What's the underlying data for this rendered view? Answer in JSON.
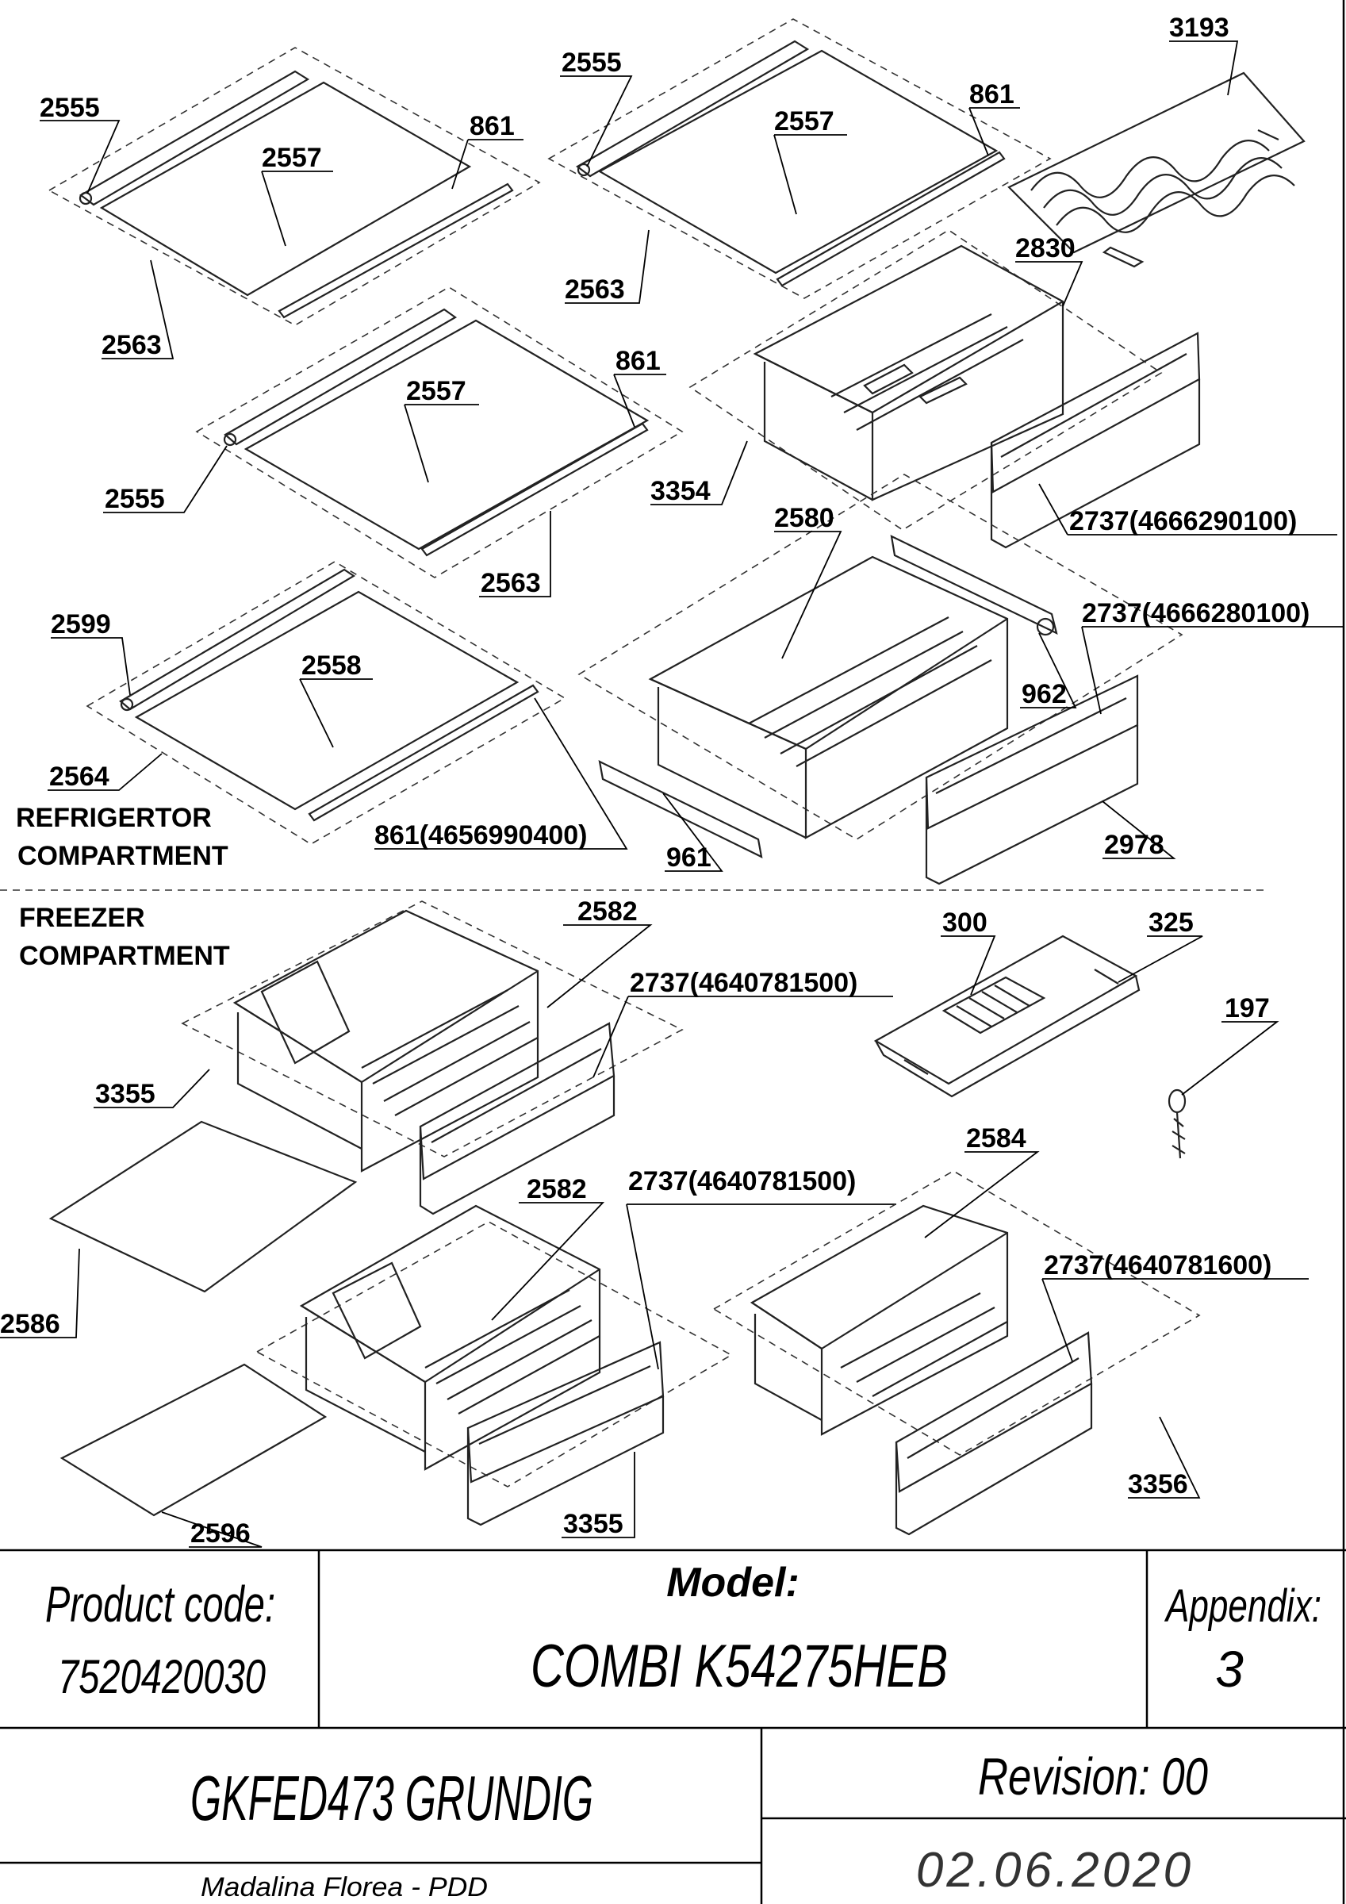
{
  "compartments": {
    "refrigerator_line1": "REFRIGERTOR",
    "refrigerator_line2": "COMPARTMENT",
    "freezer_line1": "FREEZER",
    "freezer_line2": "COMPARTMENT"
  },
  "labels": {
    "l2555a": "2555",
    "l2557a": "2557",
    "l861a": "861",
    "l2563a": "2563",
    "l2555b": "2555",
    "l2557b": "2557",
    "l861b": "861",
    "l2563b": "2563",
    "l3193": "3193",
    "l2830": "2830",
    "l861c": "861",
    "l2557c": "2557",
    "l2555c": "2555",
    "l2563c": "2563",
    "l3354": "3354",
    "l2737a": "2737(4666290100)",
    "l2580": "2580",
    "l2737b": "2737(4666280100)",
    "l962": "962",
    "l2599": "2599",
    "l2558": "2558",
    "l2564": "2564",
    "l861d": "861(4656990400)",
    "l961": "961",
    "l2978": "2978",
    "l2582a": "2582",
    "l2737c": "2737(4640781500)",
    "l300": "300",
    "l325": "325",
    "l197": "197",
    "l3355a": "3355",
    "l2582b": "2582",
    "l2737d": "2737(4640781500)",
    "l2584": "2584",
    "l2737e": "2737(4640781600)",
    "l2586": "2586",
    "l2596": "2596",
    "l3355b": "3355",
    "l3356": "3356"
  },
  "title_block": {
    "product_code_label": "Product code:",
    "product_code": "7520420030",
    "model_label": "Model:",
    "model": "COMBI K54275HEB",
    "appendix_label": "Appendix:",
    "appendix": "3",
    "name": "GKFED473 GRUNDIG",
    "revision": "Revision: 00",
    "date": "02.06.2020",
    "author": "Madalina Florea - PDD"
  }
}
